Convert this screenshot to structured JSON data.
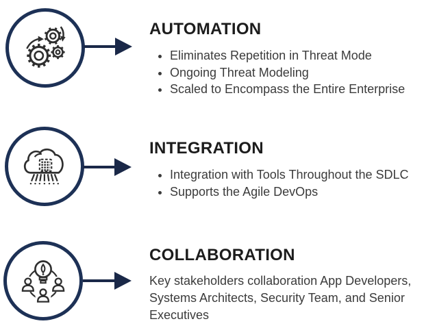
{
  "theme": {
    "bg": "#ffffff",
    "navy": "#1d3156",
    "arrow": "#1a2848",
    "icon": "#2f2f2f",
    "title": "#1c1c1c",
    "body": "#3b3b3b"
  },
  "sections": [
    {
      "id": "automation",
      "icon": "gears-automation-icon",
      "title": "AUTOMATION",
      "bullets": [
        "Eliminates Repetition in Threat Mode",
        "Ongoing Threat Modeling",
        "Scaled to Encompass the Entire Enterprise"
      ]
    },
    {
      "id": "integration",
      "icon": "cloud-chip-integration-icon",
      "title": "INTEGRATION",
      "bullets": [
        "Integration with Tools Throughout the SDLC",
        "Supports the Agile DevOps"
      ]
    },
    {
      "id": "collaboration",
      "icon": "people-lightbulb-collaboration-icon",
      "title": "COLLABORATION",
      "paragraph": "Key stakeholders collaboration App Developers, Systems Architects, Security Team, and Senior Executives"
    }
  ]
}
